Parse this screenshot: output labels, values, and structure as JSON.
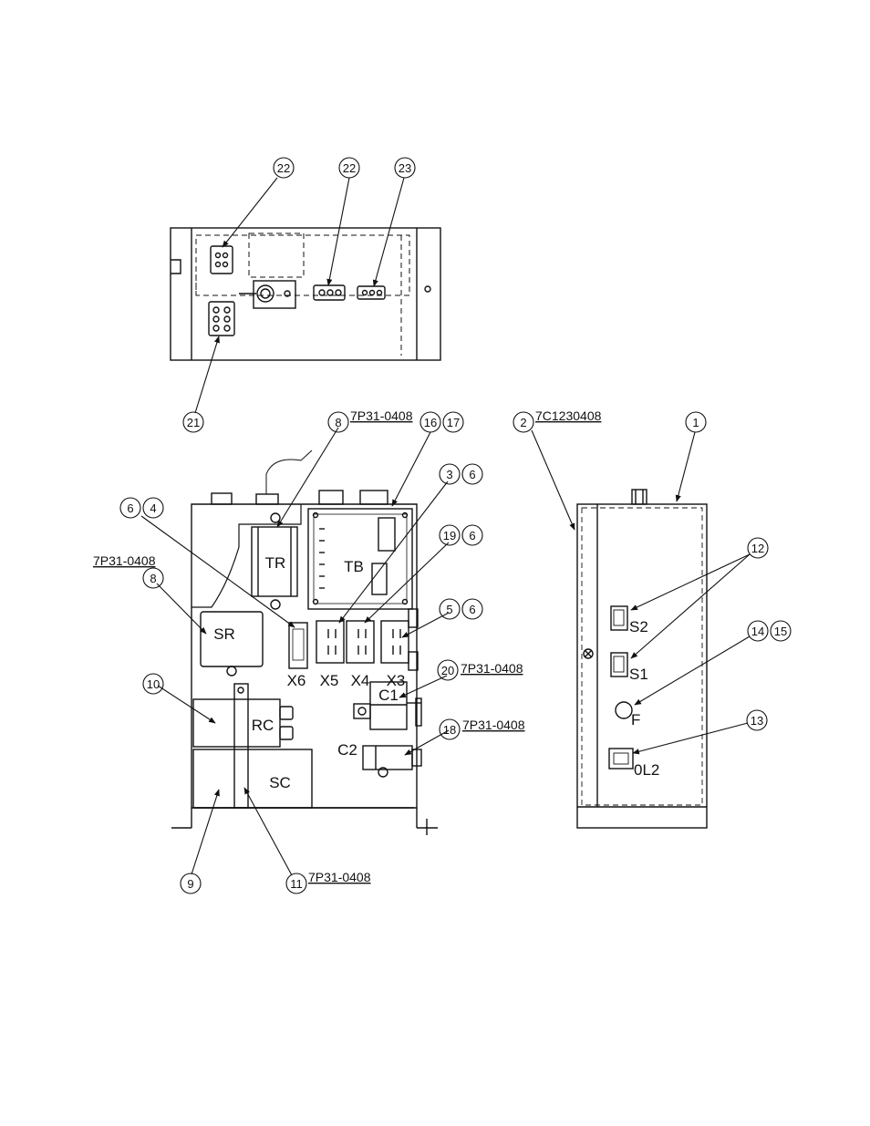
{
  "figure": {
    "drawing_numbers": {
      "top_right_of_tr": "7P31-0408",
      "side_sr": "7P31-0408",
      "side_panel": "7C1230408",
      "c1": "7P31-0408",
      "c2": "7P31-0408",
      "bracket": "7P31-0408"
    },
    "component_labels": {
      "tr": "TR",
      "tb": "TB",
      "sr": "SR",
      "rc": "RC",
      "sc": "SC",
      "x6": "X6",
      "x5": "X5",
      "x4": "X4",
      "x3": "X3",
      "c1": "C1",
      "c2": "C2",
      "s2": "S2",
      "s1": "S1",
      "f": "F",
      "ol2": "0L2"
    },
    "callouts": {
      "top_22a": "22",
      "top_22b": "22",
      "top_23": "23",
      "top_21": "21",
      "c8a": "8",
      "c16": "16",
      "c17": "17",
      "c3": "3",
      "c6a": "6",
      "c6b": "6",
      "c4": "4",
      "c19": "19",
      "c6c": "6",
      "c8b": "8",
      "c5": "5",
      "c6d": "6",
      "c10": "10",
      "c20": "20",
      "c18": "18",
      "c9": "9",
      "c11": "11",
      "c2": "2",
      "c1": "1",
      "c12": "12",
      "c14": "14",
      "c15": "15",
      "c13": "13"
    }
  }
}
